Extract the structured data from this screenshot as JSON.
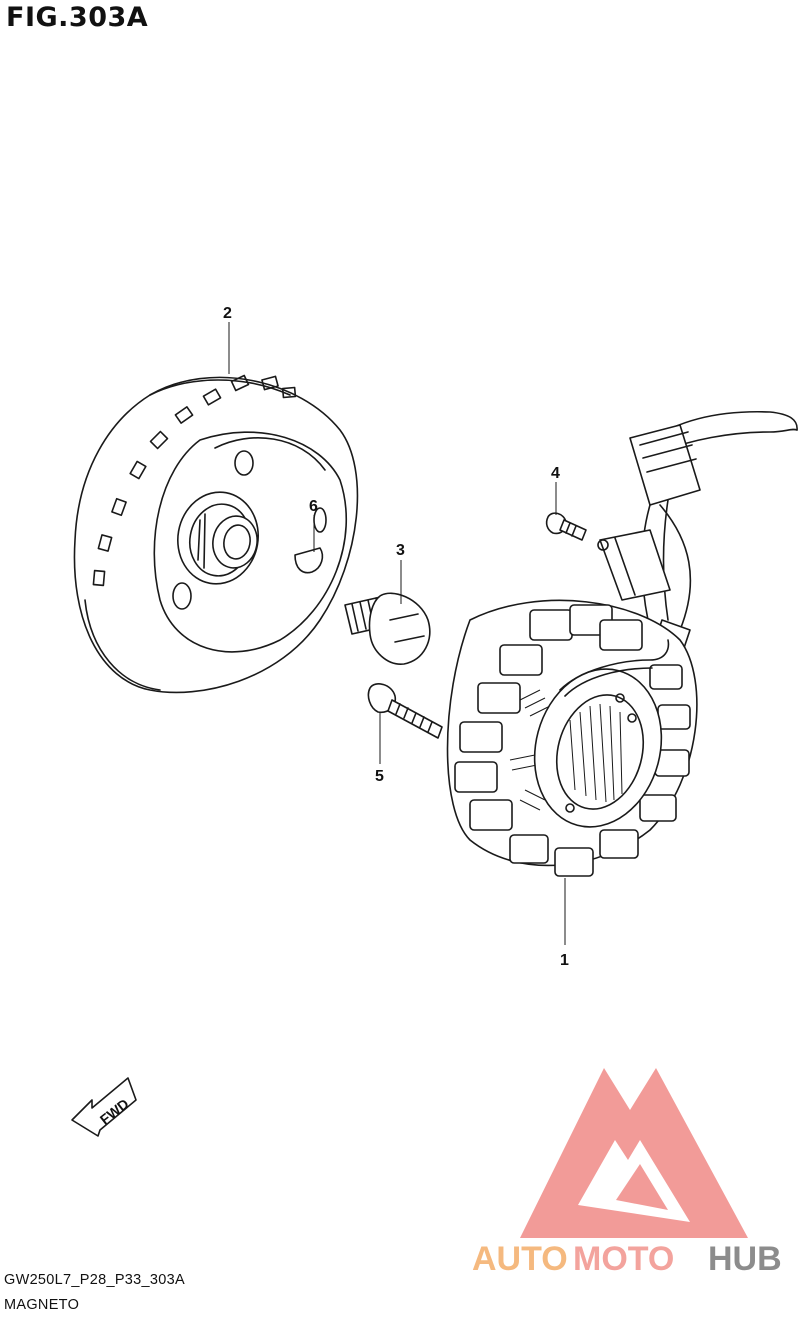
{
  "figure": {
    "title": "FIG.303A"
  },
  "callouts": [
    "1",
    "2",
    "3",
    "4",
    "5",
    "6"
  ],
  "fwd_label": "FWD",
  "footer": {
    "code": "GW250L7_P28_P33_303A",
    "name": "MAGNETO"
  },
  "watermark": {
    "auto": "AUTO",
    "moto": "MOTO",
    "hub": "HUB",
    "colors": {
      "auto": "#f5b97f",
      "moto": "#f3a39d",
      "hub": "#8c8c8c",
      "logo": "#f08a86"
    }
  }
}
